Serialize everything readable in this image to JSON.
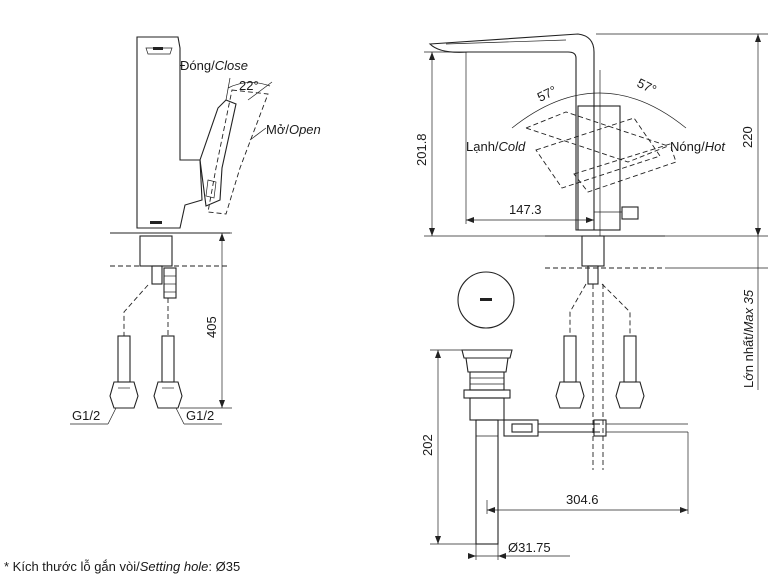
{
  "labels": {
    "close_vi": "Đóng/",
    "close_en": "Close",
    "open_vi": "Mở/",
    "open_en": "Open",
    "angle_lever": "22°",
    "cold_vi": "Lạnh/",
    "cold_en": "Cold",
    "hot_vi": "Nóng/",
    "hot_en": "Hot",
    "angle_left": "57°",
    "angle_right": "57°",
    "thread_left": "G1/2",
    "thread_right": "G1/2",
    "max_thickness_vi": "Lớn nhất/",
    "max_thickness_en": "Max 35"
  },
  "dimensions": {
    "hose_length": "405",
    "spout_height": "201.8",
    "total_height": "220",
    "spout_reach": "147.3",
    "drain_length": "202",
    "tailpiece_length": "304.6",
    "drain_diameter": "Ø31.75"
  },
  "footnote": {
    "prefix": "* Kích thước lỗ gắn vòi/",
    "italic": "Setting hole",
    "suffix": ": Ø35"
  }
}
